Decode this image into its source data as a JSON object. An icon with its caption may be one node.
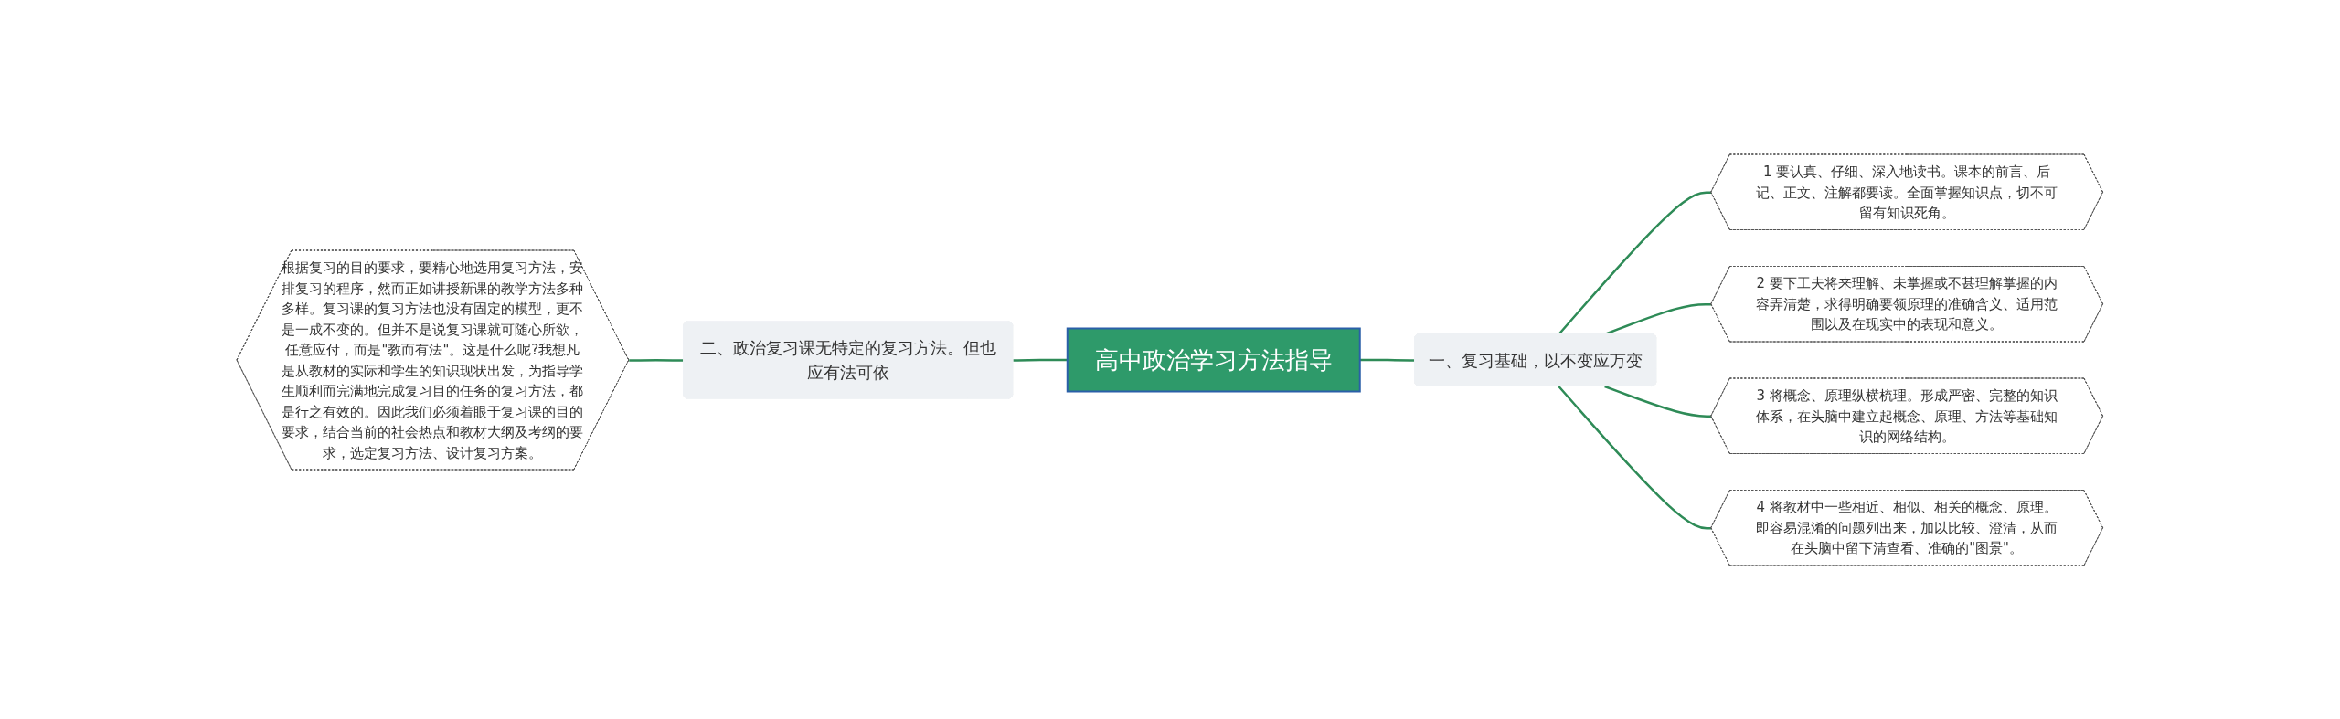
{
  "diagram": {
    "nodes": [
      {
        "text": [
          "高中政治学习方法指导"
        ]
      },
      {
        "text": [
          "一、复习基础，以不变应万变"
        ]
      },
      {
        "text": [
          "1 要认真、仔细、深入地读书。课本的前言、后记、正文、注解都要读。全面掌握知识点，切不可留有知识死角。"
        ]
      },
      {
        "text": [
          "2 要下工夫将来理解、未掌握或不甚理解掌握的内容弄清楚，求得明确要领原理的准确含义、适用范围以及在现实中的表现和意义。"
        ]
      },
      {
        "text": [
          "3 将概念、原理纵横梳理。形成严密、完整的知识体系，在头脑中建立起概念、原理、方法等基础知识的网络结构。"
        ]
      },
      {
        "text": [
          "4 将教材中一些相近、相似、相关的概念、原理。即容易混淆的问题列出来，加以比较、澄清，从而在头脑中留下清查看、准确的\"图景\"。"
        ]
      },
      {
        "text": [
          "二、政治复习课无特定的复习方法。但也应有法可依"
        ]
      },
      {
        "text": [
          "根据复习的目的要求，要精心地选用复习方法，安排复习的程序，然而正如讲授新课的教学方法多种多样。复习课的复习方法也没有固定的模型，更不是一成不变的。但并不是说复习课就可随心所欲，任意应付，而是\"教而有法\"。这是什么呢?我想凡是从教材的实际和学生的知识现状出发，为指导学生顺利而完满地完成复习目的任务的复习方法，都是行之有效的。因此我们必须着眼于复习课的目的要求，结合当前的社会热点和教材大纲及考纲的要求，选定复习方法、设计复习方案。"
        ]
      }
    ],
    "edges": [
      {
        "from": 0,
        "to": 1,
        "arrow": "none"
      },
      {
        "from": 1,
        "to": 2,
        "arrow": "none"
      },
      {
        "from": 1,
        "to": 3,
        "arrow": "none"
      },
      {
        "from": 1,
        "to": 4,
        "arrow": "none"
      },
      {
        "from": 1,
        "to": 5,
        "arrow": "none"
      },
      {
        "from": 6,
        "to": 0,
        "arrow": "none"
      },
      {
        "from": 7,
        "to": 6,
        "arrow": "none"
      }
    ]
  }
}
